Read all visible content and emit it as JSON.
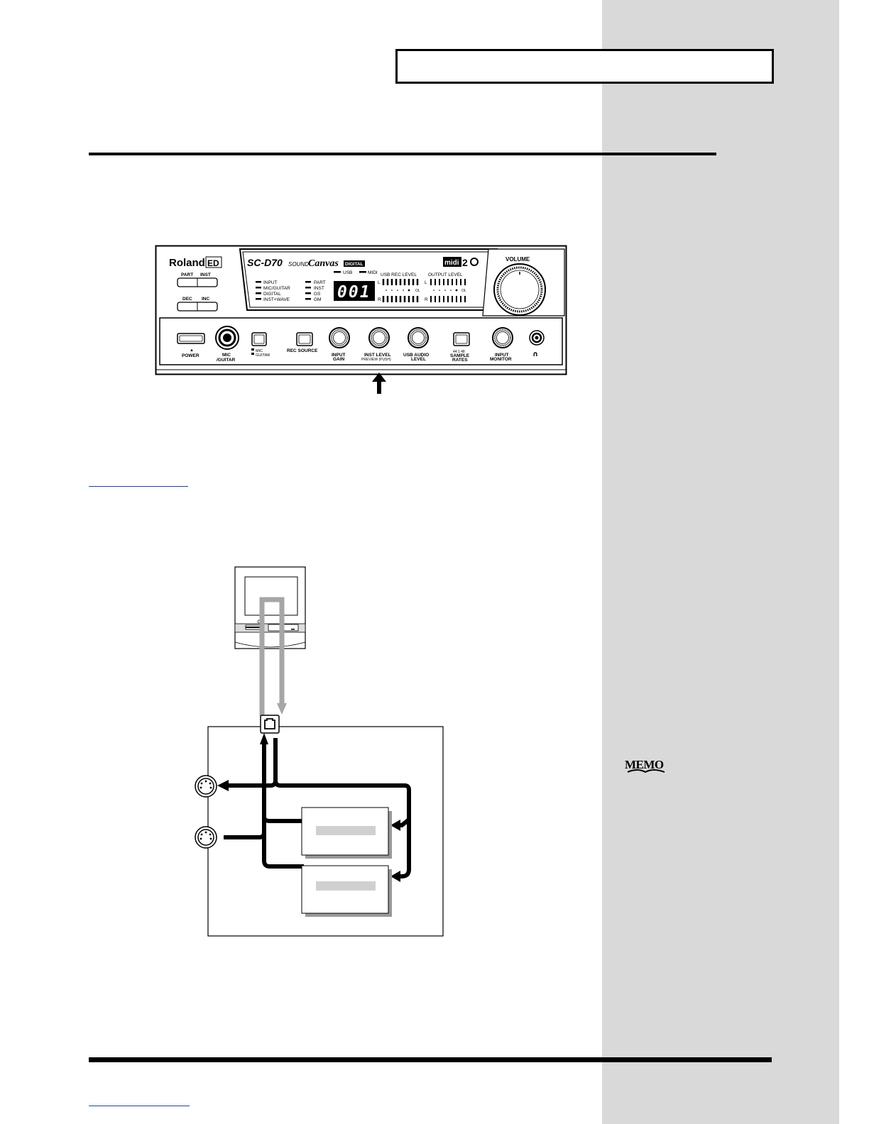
{
  "page": {
    "sidebar_color": "#d9d9d9",
    "accent_link_color": "#1a3bd6"
  },
  "front_panel": {
    "brand": "Roland",
    "brand_badge": "ED",
    "model": "SC-D70",
    "sound_label": "SOUND",
    "canvas_label": "Canvas",
    "digital_badge": "DIGITAL",
    "volume_label": "VOLUME",
    "part_label": "PART",
    "inst_label": "INST",
    "dec_label": "DEC",
    "inc_label": "INC",
    "mode_indicators_left": [
      "INPUT",
      "MIC/GUITAR",
      "DIGITAL",
      "INST+WAVE"
    ],
    "mode_indicators_right": [
      "PART",
      "INST",
      "GS",
      "GM"
    ],
    "usb_indicator": "USB",
    "midi_indicator": "MIDI",
    "lcd_value": "001",
    "usb_rec_level_label": "USB REC LEVEL",
    "output_level_label": "OUTPUT LEVEL",
    "channel_l": "L",
    "channel_r": "R",
    "ol_label": "OL",
    "power_label": "POWER",
    "mic_label": "MIC",
    "guitar_label": "/GUITAR",
    "mic_switch_label_1": "MIC",
    "mic_switch_label_2": "GUITAR",
    "rec_source_label": "REC SOURCE",
    "input_gain_label_1": "INPUT",
    "input_gain_label_2": "GAIN",
    "inst_level_label_1": "INST LEVEL",
    "inst_level_label_2": "PREVIEW (PUSH)",
    "usb_audio_label_1": "USB AUDIO",
    "usb_audio_label_2": "LEVEL",
    "sample_rate_values": "44.1  48",
    "sample_rates_label_1": "SAMPLE",
    "sample_rates_label_2": "RATES",
    "input_monitor_label_1": "INPUT",
    "input_monitor_label_2": "MONITOR",
    "headphone_symbol": "∩"
  },
  "memo": {
    "label": "MEMO"
  }
}
